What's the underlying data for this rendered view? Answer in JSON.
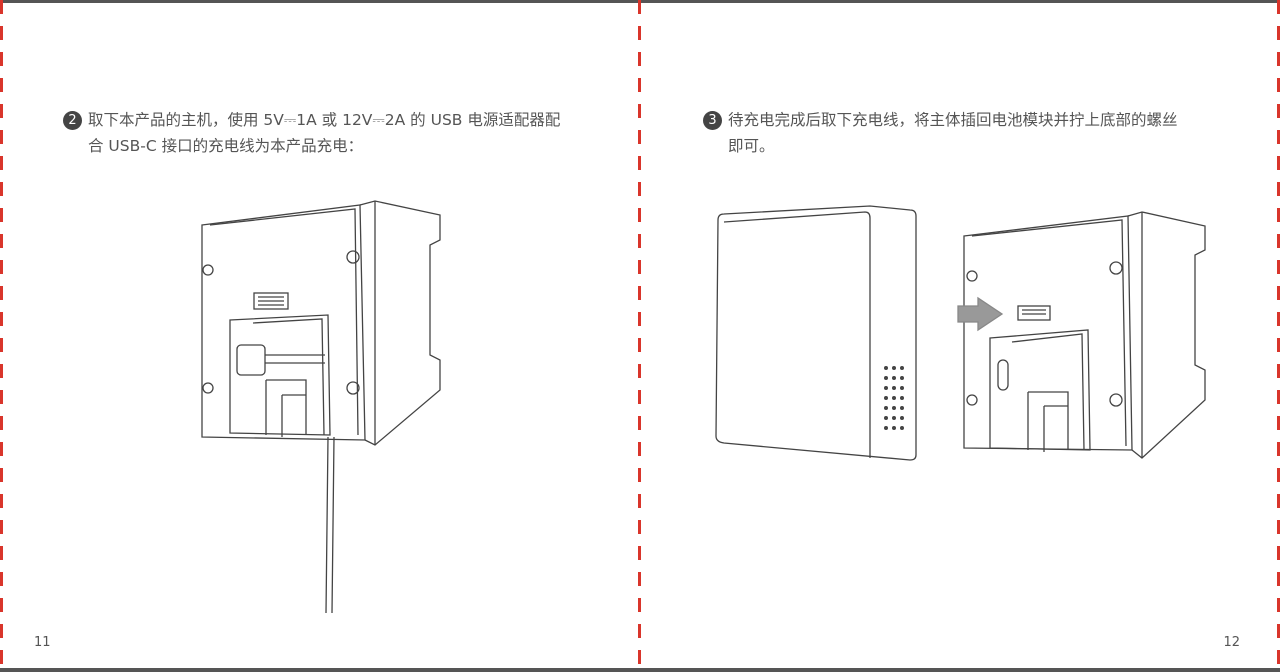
{
  "left_page": {
    "step_number": "2",
    "step_line1": "取下本产品的主机，使用 5V⎓1A 或 12V⎓2A 的 USB 电源适配器配",
    "step_line2": "合 USB-C 接口的充电线为本产品充电：",
    "page_number": "11"
  },
  "right_page": {
    "step_number": "3",
    "step_line1": "待充电完成后取下充电线，将主体插回电池模块并拧上底部的螺丝",
    "step_line2": "即可。",
    "page_number": "12"
  },
  "colors": {
    "cut_line": "#d9352b",
    "text": "#555555"
  }
}
